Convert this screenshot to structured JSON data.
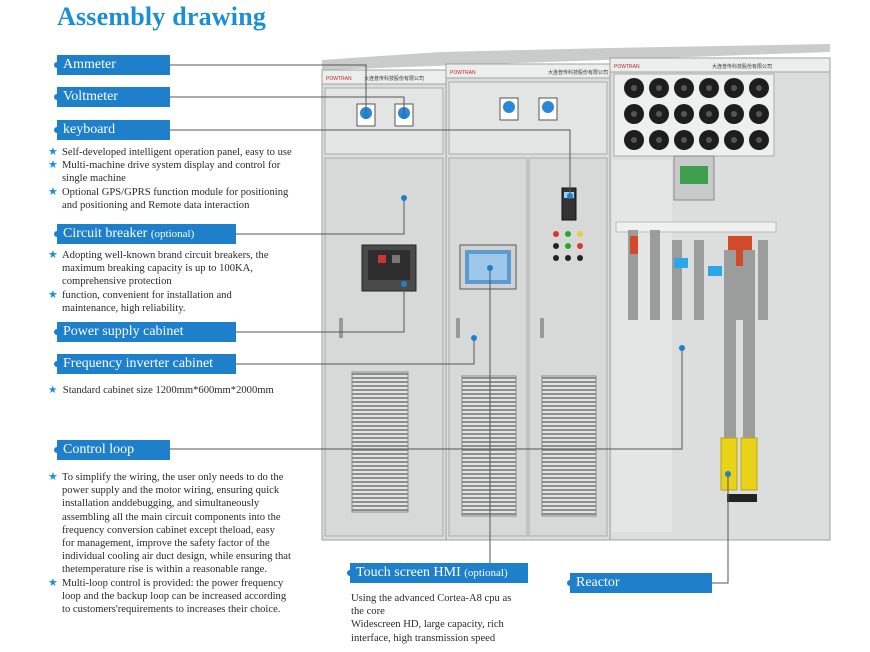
{
  "title": "Assembly drawing",
  "labels": {
    "ammeter": "Ammeter",
    "voltmeter": "Voltmeter",
    "keyboard": "keyboard",
    "circuit_breaker": "Circuit breaker",
    "circuit_breaker_opt": "(optional)",
    "power_supply_cabinet": "Power supply cabinet",
    "frequency_inverter_cabinet": "Frequency inverter cabinet",
    "control_loop": "Control loop",
    "touch_screen_hmi": "Touch screen HMI",
    "touch_screen_hmi_opt": "(optional)",
    "reactor": "Reactor"
  },
  "keyboard_notes": [
    {
      "first": "Self-developed intelligent operation panel, easy to use",
      "rest": []
    },
    {
      "first": "Multi-machine drive system display and control for",
      "rest": [
        "single machine"
      ]
    },
    {
      "first": "Optional GPS/GPRS function module for positioning",
      "rest": [
        "and positioning and Remote data interaction"
      ]
    }
  ],
  "breaker_notes": [
    {
      "first": "Adopting well-known brand circuit breakers, the",
      "rest": [
        "maximum breaking capacity is up to 100KA,",
        "comprehensive protection"
      ]
    },
    {
      "first": "function, convenient for installation and",
      "rest": [
        "maintenance, high reliability."
      ]
    }
  ],
  "cabinet_size": "Standard cabinet size 1200mm*600mm*2000mm",
  "control_notes": [
    {
      "first": "To simplify the wiring, the user only needs to do the",
      "rest": [
        "power supply and the motor wiring, ensuring quick",
        "installation anddebugging, and simultaneously",
        "assembling all the main circuit components into the",
        "frequency conversion cabinet except theload, easy",
        "for management, improve the safety factor of the",
        "individual cooling air duct design, while ensuring that",
        "thetemperature rise is within a reasonable range."
      ]
    },
    {
      "first": "Multi-loop control is provided: the power frequency",
      "rest": [
        "loop and the backup loop can be increased according",
        "to customers'requirements to increases their choice."
      ]
    }
  ],
  "hmi_notes": [
    "Using the advanced Cortea-A8 cpu as",
    "the core",
    "Widescreen HD, large capacity, rich",
    "interface, high transmission speed"
  ],
  "cabinet_headers": [
    "大连普传科技股份有限公司",
    "大连普传科技股份有限公司",
    "大连普传科技股份有限公司"
  ],
  "brand": "POWTRAN",
  "colors": {
    "accent": "#1e7fcb",
    "title": "#1a8fd6",
    "cabinet": "#dcdedd",
    "reactor": "#e8d21a"
  }
}
